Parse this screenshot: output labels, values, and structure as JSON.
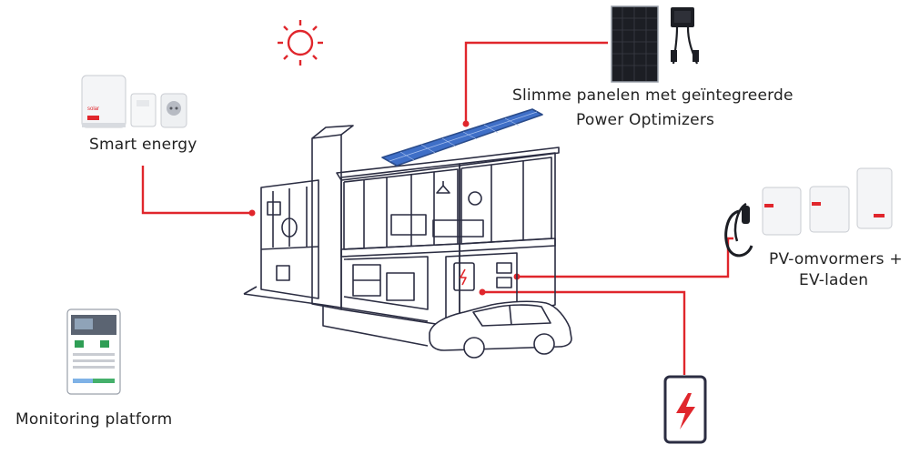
{
  "labels": {
    "panels_line1": "Slimme panelen met geïntegreerde",
    "panels_line2": "Power Optimizers",
    "smart_energy": "Smart energy",
    "inverters_line1": "PV-omvormers +",
    "inverters_line2": "EV-laden",
    "monitoring": "Monitoring platform"
  },
  "device_brand_text": "solar",
  "icons": [
    "sun-icon",
    "battery-bolt-icon"
  ],
  "colors": {
    "accent": "#e0262c",
    "line": "#2b2d42",
    "solar_panel": "#3f6fc7",
    "device_body": "#f2f3f5"
  }
}
